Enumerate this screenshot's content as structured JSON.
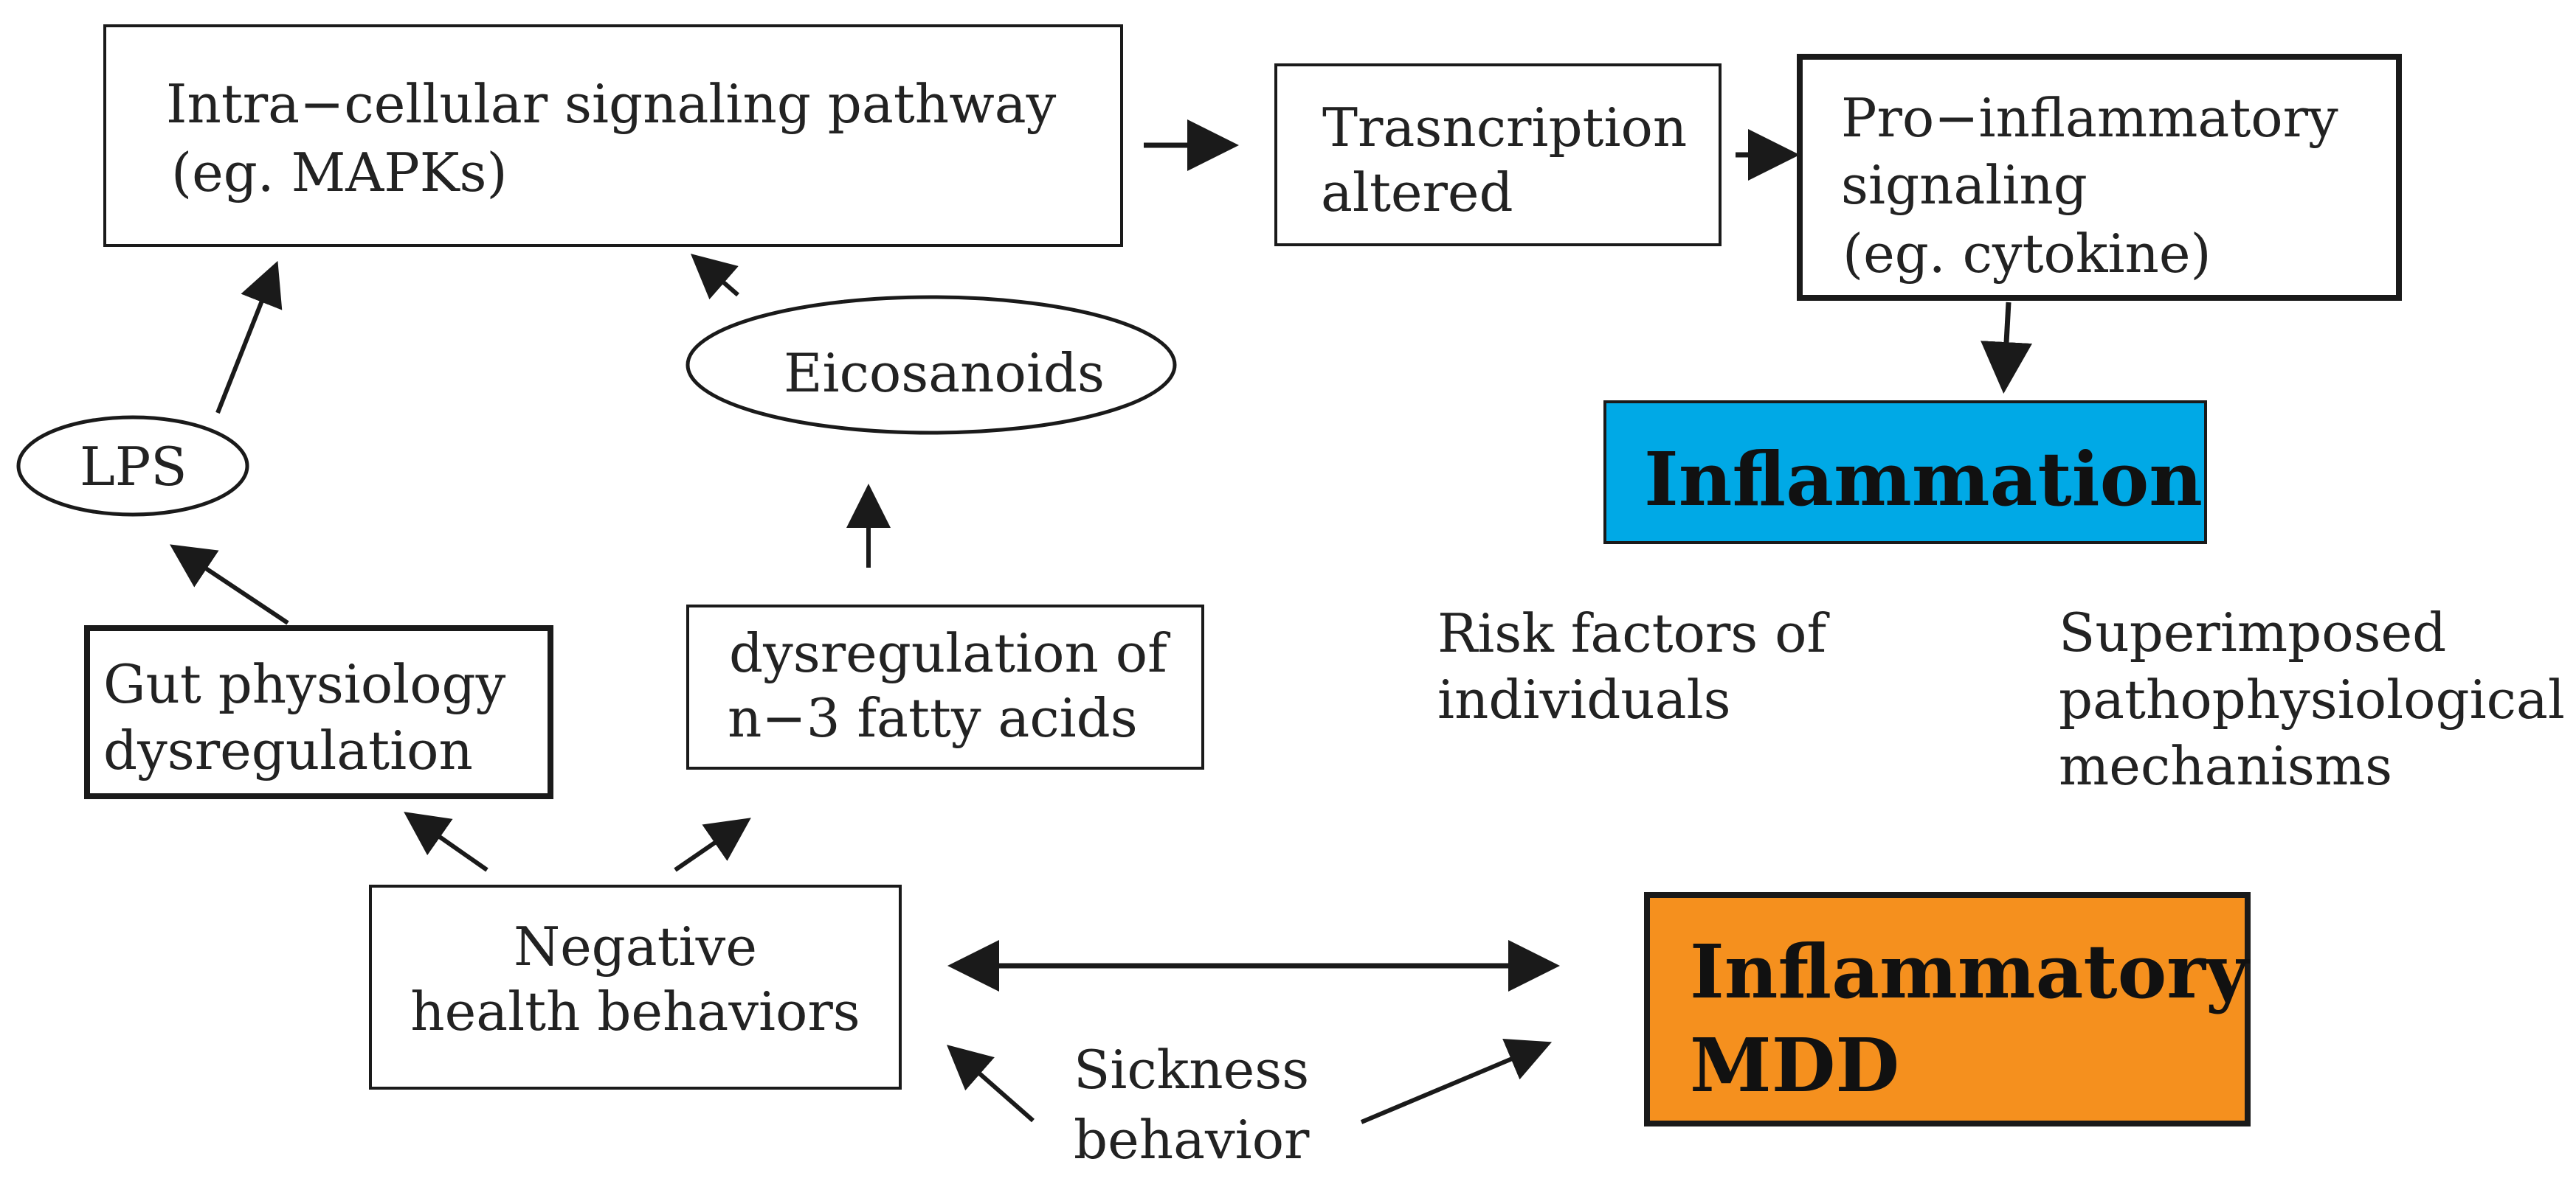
{
  "nodes": {
    "intracellular": {
      "line1": "Intra−cellular signaling pathway",
      "line2": "(eg. MAPKs)"
    },
    "transcription": {
      "line1": "Trasncription",
      "line2": "altered"
    },
    "proinflammatory": {
      "line1": "Pro−inflammatory",
      "line2": "signaling",
      "line3": "(eg. cytokine)"
    },
    "inflammation": {
      "label": "Inflammation",
      "fill": "#00a9e6"
    },
    "eicosanoids": {
      "label": "Eicosanoids"
    },
    "lps": {
      "label": "LPS"
    },
    "gut": {
      "line1": "Gut physiology",
      "line2": "dysregulation"
    },
    "fatty_acids": {
      "line1": "dysregulation of",
      "line2": "n−3 fatty acids"
    },
    "negative_health": {
      "line1": "Negative",
      "line2": "health behaviors"
    },
    "inflammatory_mdd": {
      "line1": "Inflammatory",
      "line2": "MDD",
      "fill": "#f5901e"
    }
  },
  "labels": {
    "risk_factors": {
      "line1": "Risk factors of",
      "line2": "individuals"
    },
    "superimposed": {
      "line1": "Superimposed",
      "line2": "pathophysiological",
      "line3": "mechanisms"
    },
    "sickness": {
      "line1": "Sickness",
      "line2": "behavior"
    }
  },
  "colors": {
    "stroke": "#1a1a1a",
    "text": "#222222"
  }
}
